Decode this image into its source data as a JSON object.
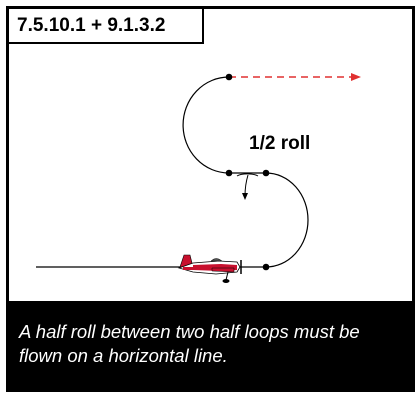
{
  "figure": {
    "code": "7.5.10.1 + 9.1.3.2",
    "roll_label": "1/2 roll",
    "caption": "A half roll between two half loops must be flown on a horizontal line."
  },
  "colors": {
    "flight_path": "#000000",
    "exit_line": "#e03030",
    "aircraft_primary": "#c8102e",
    "aircraft_secondary": "#ffffff",
    "caption_background": "#000000",
    "caption_text": "#ffffff"
  },
  "icons": {
    "aircraft": "aerobatic-plane-icon",
    "roll_symbol": "roll-arrow-icon"
  }
}
